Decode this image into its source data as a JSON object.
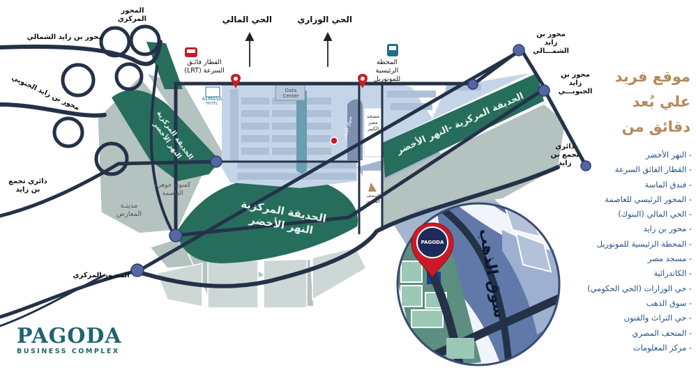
{
  "brand": {
    "name": "PAGODA",
    "tagline": "BUSINESS COMPLEX",
    "pin_label": "PAGODA"
  },
  "headline": {
    "line1": "موقع فريد",
    "line2": "علي بُعد",
    "line3": "دقائق من"
  },
  "nearby": [
    "النهر الأخضر",
    "القطار الفائق السرعة",
    "فندق الماسة",
    "المحور الرئيسي للعاصمة",
    "الحي المالي (البنوك)",
    "محور بن زايد",
    "المحطة الرئيسية للمونوريل",
    "مسجد مصر",
    "الكاتدرائية",
    "حي الوزارات (الحي الحكومي)",
    "سوق الذهب",
    "حي التراث والفنون",
    "المتحف المصري",
    "مركز المعلومات"
  ],
  "map_labels": {
    "central_axis_top": "المحور المركزي",
    "central_axis_bottom": "المحـور المركزي",
    "bin_zayed_north_left": "محور بن زايد الشمالي",
    "bin_zayed_south_left": "محور بن زايد الجنوبي",
    "ring_bin_zayed_left": "دائري تجمع بن زايد",
    "bin_zayed_north_right": "محور بن زايد الشمـــالي",
    "bin_zayed_south_right": "محور بن زايد الجنوبـــي",
    "ring_bin_zayed_right": "دائري تجمع بن زايد",
    "financial_district": "الحي المالي",
    "ministries_district": "الحي الوزاري",
    "lrt": "القطار فائـق السرعة (LRT)",
    "monorail": "المحطة الرئيسية للمونوريل",
    "data_center": "Data Center",
    "almasa": "ALMASA",
    "almasa_sub": "HOTEL",
    "central_park_big": "الحديقة المركزية",
    "green_river_big": "النهر الأخضر",
    "park_right": "الحديقة المركزية -النهر الأخضر",
    "park_left_1": "الحديقة المركزية",
    "park_left_2": "النهر الأخضر",
    "jewel_compound": "كمبوند جوهرة العاصمة",
    "exhibitions_city": "مدينـة المعارض",
    "gold_market": "سوق الذهب",
    "gold_market_small": "سوق الذهب",
    "misr_mosque": "مسجد مصر الكبير",
    "egyptian_museum": "المتحف المصري"
  },
  "colors": {
    "park_green": "#276d5c",
    "light_gray": "#b4c2c0",
    "road_blue": "#243248",
    "circle_blue": "#5566a3",
    "headline_gold": "#b48a5a",
    "list_blue": "#1f4f88",
    "pin_red": "#c91b26",
    "brand_teal": "#1f6370"
  }
}
